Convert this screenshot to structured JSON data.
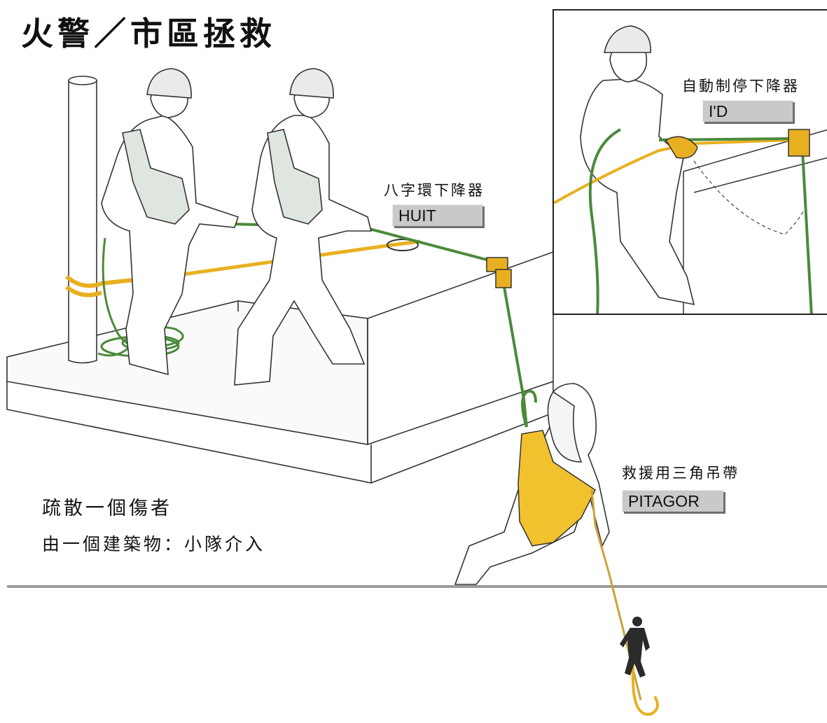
{
  "title": "火警／市區拯救",
  "labels": {
    "huit_caption": "八字環下降器",
    "huit_tag": "HUIT",
    "id_caption": "自動制停下降器",
    "id_tag": "I'D",
    "pitagor_caption": "救援用三角吊帶",
    "pitagor_tag": "PITAGOR"
  },
  "description": {
    "line1": "疏散一個傷者",
    "line2": "由一個建築物：小隊介入"
  },
  "colors": {
    "rope_green": "#4a8a3a",
    "rope_yellow": "#e8b020",
    "sling_yellow": "#f2c12e",
    "tag_grey": "#c9c9c9"
  }
}
